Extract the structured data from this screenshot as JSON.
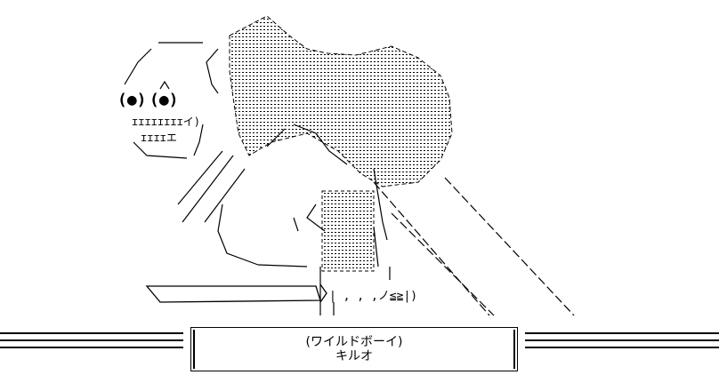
{
  "caption": {
    "line1": "(ワイルドボーイ)",
    "line2": "キルオ"
  },
  "art_text": {
    "mouth_top": "ɪɪɪɪɪɪɪɪイ)",
    "mouth_bottom": "ɪɪɪɪエ",
    "hands": "| , , ,ノ≦≧|)",
    "eye_left": "(●)",
    "eye_right": "(●)"
  },
  "colors": {
    "ink": "#000000",
    "background": "#ffffff"
  }
}
